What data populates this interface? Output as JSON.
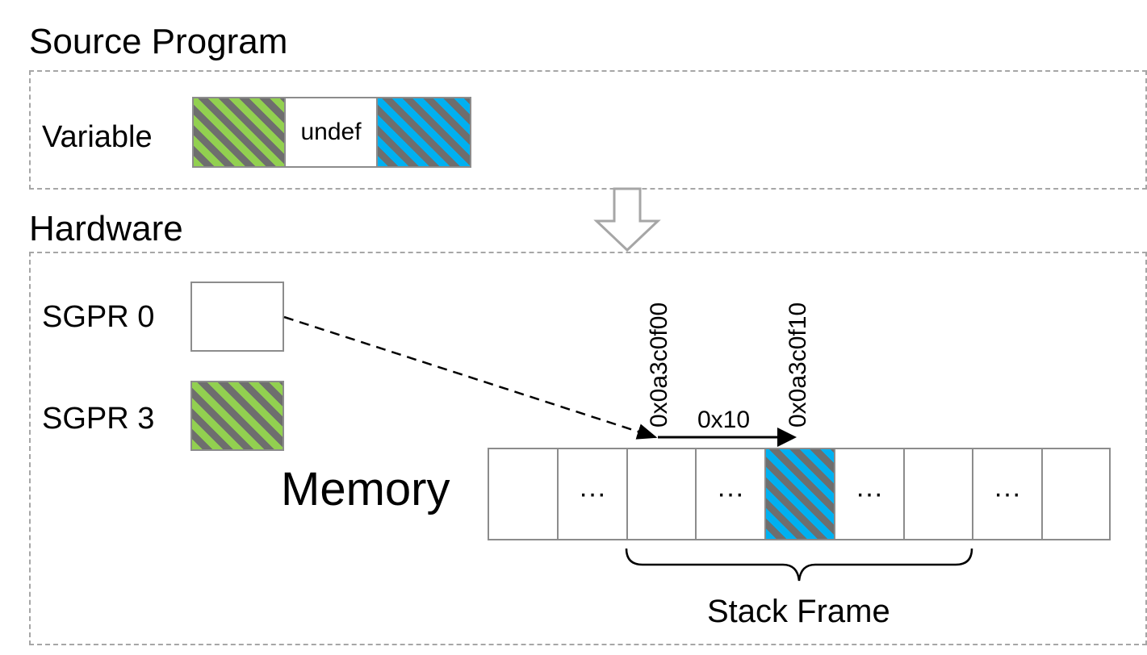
{
  "source": {
    "heading": "Source Program",
    "variable_label": "Variable",
    "segments": [
      {
        "fill": "green-hatch",
        "text": ""
      },
      {
        "fill": "white",
        "text": "undef"
      },
      {
        "fill": "blue-hatch",
        "text": ""
      }
    ]
  },
  "hardware": {
    "heading": "Hardware",
    "registers": [
      {
        "label": "SGPR 0",
        "fill": "white"
      },
      {
        "label": "SGPR 3",
        "fill": "green-hatch"
      }
    ],
    "memory_label": "Memory",
    "memory_cells": [
      "",
      "···",
      "",
      "···",
      "",
      "···",
      "",
      "···",
      ""
    ],
    "highlighted_cell_index": 4,
    "addresses": [
      "0x0a3c0f00",
      "0x0a3c0f10"
    ],
    "offset_label": "0x10",
    "stack_frame_label": "Stack Frame"
  },
  "colors": {
    "green": "#92d050",
    "blue": "#00b0f0",
    "hatch_gray": "#6e6e6e",
    "border_gray": "#8c8c8c",
    "dashed_gray": "#a6a6a6"
  }
}
